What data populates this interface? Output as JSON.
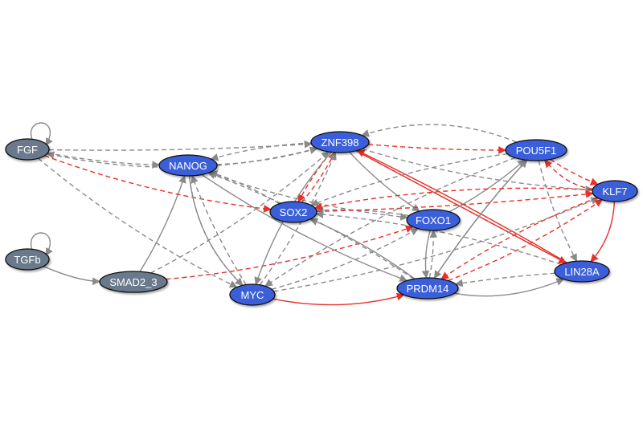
{
  "diagram": {
    "type": "directed-network",
    "colors": {
      "input_node": "#6b7a8c",
      "gene_node": "#3b5fd9",
      "node_border": "#111111",
      "activation_edge": "#8a8a8a",
      "highlight_edge": "#e8302a"
    },
    "nodes": [
      {
        "id": "FGF",
        "label": "FGF",
        "kind": "input"
      },
      {
        "id": "TGFb",
        "label": "TGFb",
        "kind": "input"
      },
      {
        "id": "SMAD2_3",
        "label": "SMAD2_3",
        "kind": "input"
      },
      {
        "id": "NANOG",
        "label": "NANOG",
        "kind": "gene"
      },
      {
        "id": "ZNF398",
        "label": "ZNF398",
        "kind": "gene"
      },
      {
        "id": "SOX2",
        "label": "SOX2",
        "kind": "gene"
      },
      {
        "id": "FOXO1",
        "label": "FOXO1",
        "kind": "gene"
      },
      {
        "id": "MYC",
        "label": "MYC",
        "kind": "gene"
      },
      {
        "id": "PRDM14",
        "label": "PRDM14",
        "kind": "gene"
      },
      {
        "id": "POU5F1",
        "label": "POU5F1",
        "kind": "gene"
      },
      {
        "id": "KLF7",
        "label": "KLF7",
        "kind": "gene"
      },
      {
        "id": "LIN28A",
        "label": "LIN28A",
        "kind": "gene"
      }
    ],
    "edges": [
      {
        "from": "FGF",
        "to": "FGF",
        "style": "solid",
        "color": "gray"
      },
      {
        "from": "TGFb",
        "to": "TGFb",
        "style": "solid",
        "color": "gray"
      },
      {
        "from": "TGFb",
        "to": "SMAD2_3",
        "style": "solid",
        "color": "gray"
      },
      {
        "from": "SMAD2_3",
        "to": "NANOG",
        "style": "solid",
        "color": "gray"
      },
      {
        "from": "SMAD2_3",
        "to": "FOXO1",
        "style": "dashed",
        "color": "red"
      },
      {
        "from": "SMAD2_3",
        "to": "ZNF398",
        "style": "dashed",
        "color": "gray"
      },
      {
        "from": "FGF",
        "to": "NANOG",
        "style": "dashed",
        "color": "gray"
      },
      {
        "from": "FGF",
        "to": "ZNF398",
        "style": "dashed",
        "color": "gray"
      },
      {
        "from": "ZNF398",
        "to": "FGF",
        "style": "dashed",
        "color": "gray"
      },
      {
        "from": "FGF",
        "to": "SOX2",
        "style": "dashed",
        "color": "red"
      },
      {
        "from": "FGF",
        "to": "MYC",
        "style": "dashed",
        "color": "gray"
      },
      {
        "from": "NANOG",
        "to": "ZNF398",
        "style": "dashed",
        "color": "gray"
      },
      {
        "from": "ZNF398",
        "to": "NANOG",
        "style": "dashed",
        "color": "gray"
      },
      {
        "from": "NANOG",
        "to": "MYC",
        "style": "solid",
        "color": "gray"
      },
      {
        "from": "NANOG",
        "to": "MYC",
        "style": "dashed",
        "color": "gray"
      },
      {
        "from": "MYC",
        "to": "NANOG",
        "style": "dashed",
        "color": "gray"
      },
      {
        "from": "NANOG",
        "to": "PRDM14",
        "style": "solid",
        "color": "gray"
      },
      {
        "from": "PRDM14",
        "to": "NANOG",
        "style": "dashed",
        "color": "gray"
      },
      {
        "from": "NANOG",
        "to": "FOXO1",
        "style": "dashed",
        "color": "gray"
      },
      {
        "from": "SOX2",
        "to": "NANOG",
        "style": "dashed",
        "color": "gray"
      },
      {
        "from": "ZNF398",
        "to": "SOX2",
        "style": "dashed",
        "color": "red"
      },
      {
        "from": "SOX2",
        "to": "ZNF398",
        "style": "dashed",
        "color": "red"
      },
      {
        "from": "ZNF398",
        "to": "MYC",
        "style": "solid",
        "color": "gray"
      },
      {
        "from": "MYC",
        "to": "ZNF398",
        "style": "dashed",
        "color": "gray"
      },
      {
        "from": "ZNF398",
        "to": "FOXO1",
        "style": "solid",
        "color": "gray"
      },
      {
        "from": "ZNF398",
        "to": "POU5F1",
        "style": "dashed",
        "color": "red"
      },
      {
        "from": "POU5F1",
        "to": "ZNF398",
        "style": "dashed",
        "color": "gray"
      },
      {
        "from": "ZNF398",
        "to": "KLF7",
        "style": "dashed",
        "color": "gray"
      },
      {
        "from": "ZNF398",
        "to": "LIN28A",
        "style": "solid",
        "color": "red"
      },
      {
        "from": "LIN28A",
        "to": "ZNF398",
        "style": "solid",
        "color": "red"
      },
      {
        "from": "ZNF398",
        "to": "LIN28A",
        "style": "dashed",
        "color": "red"
      },
      {
        "from": "MYC",
        "to": "PRDM14",
        "style": "solid",
        "color": "red"
      },
      {
        "from": "MYC",
        "to": "FOXO1",
        "style": "dashed",
        "color": "gray"
      },
      {
        "from": "MYC",
        "to": "KLF7",
        "style": "dashed",
        "color": "gray"
      },
      {
        "from": "PRDM14",
        "to": "SOX2",
        "style": "solid",
        "color": "gray"
      },
      {
        "from": "FOXO1",
        "to": "PRDM14",
        "style": "solid",
        "color": "gray"
      },
      {
        "from": "PRDM14",
        "to": "FOXO1",
        "style": "dashed",
        "color": "gray"
      },
      {
        "from": "FOXO1",
        "to": "POU5F1",
        "style": "solid",
        "color": "gray"
      },
      {
        "from": "FOXO1",
        "to": "SOX2",
        "style": "dashed",
        "color": "gray"
      },
      {
        "from": "POU5F1",
        "to": "PRDM14",
        "style": "solid",
        "color": "gray"
      },
      {
        "from": "PRDM14",
        "to": "POU5F1",
        "style": "solid",
        "color": "gray"
      },
      {
        "from": "POU5F1",
        "to": "SOX2",
        "style": "dashed",
        "color": "gray"
      },
      {
        "from": "POU5F1",
        "to": "KLF7",
        "style": "dashed",
        "color": "red"
      },
      {
        "from": "KLF7",
        "to": "POU5F1",
        "style": "dashed",
        "color": "red"
      },
      {
        "from": "POU5F1",
        "to": "LIN28A",
        "style": "dashed",
        "color": "gray"
      },
      {
        "from": "POU5F1",
        "to": "MYC",
        "style": "dashed",
        "color": "gray"
      },
      {
        "from": "KLF7",
        "to": "SOX2",
        "style": "dashed",
        "color": "red"
      },
      {
        "from": "SOX2",
        "to": "KLF7",
        "style": "dashed",
        "color": "red"
      },
      {
        "from": "KLF7",
        "to": "LIN28A",
        "style": "solid",
        "color": "red"
      },
      {
        "from": "KLF7",
        "to": "PRDM14",
        "style": "dashed",
        "color": "red"
      },
      {
        "from": "PRDM14",
        "to": "KLF7",
        "style": "dashed",
        "color": "red"
      },
      {
        "from": "LIN28A",
        "to": "PRDM14",
        "style": "dashed",
        "color": "gray"
      },
      {
        "from": "PRDM14",
        "to": "LIN28A",
        "style": "solid",
        "color": "gray"
      },
      {
        "from": "LIN28A",
        "to": "SOX2",
        "style": "dashed",
        "color": "gray"
      }
    ]
  }
}
